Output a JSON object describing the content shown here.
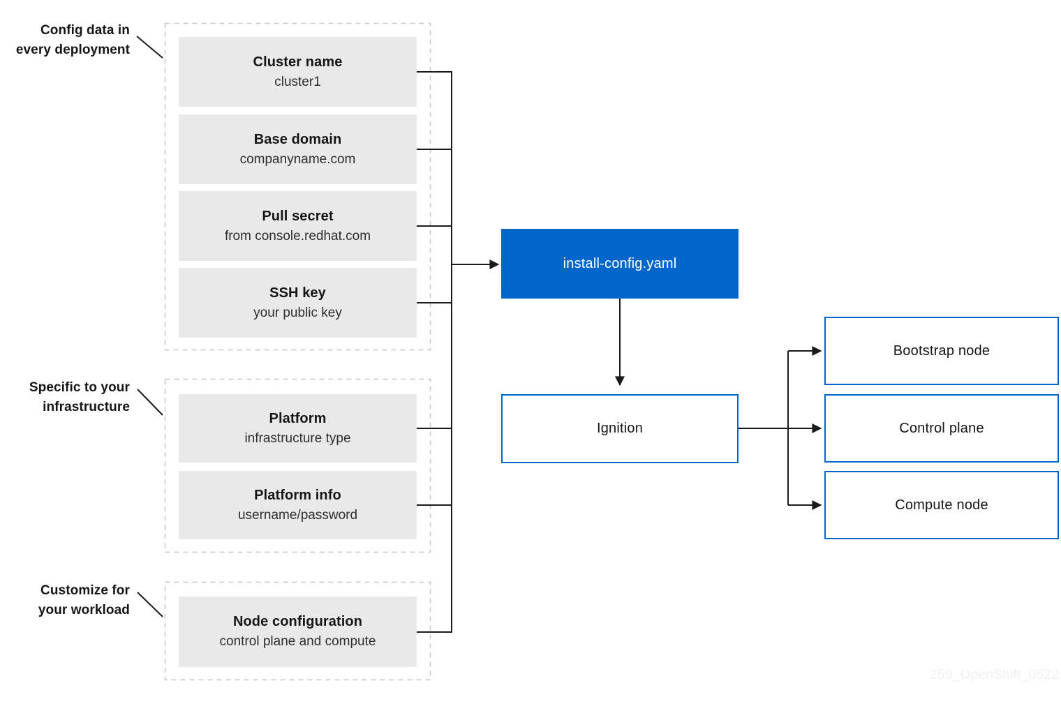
{
  "annotations": [
    {
      "line1": "Config data in",
      "line2": "every deployment"
    },
    {
      "line1": "Specific to your",
      "line2": "infrastructure"
    },
    {
      "line1": "Customize for",
      "line2": "your workload"
    }
  ],
  "config_groups": [
    {
      "name": "config-data-in-every-deployment",
      "boxes": [
        {
          "title": "Cluster name",
          "subtitle": "cluster1"
        },
        {
          "title": "Base domain",
          "subtitle": "companyname.com"
        },
        {
          "title": "Pull secret",
          "subtitle": "from console.redhat.com"
        },
        {
          "title": "SSH key",
          "subtitle": "your public key"
        }
      ]
    },
    {
      "name": "specific-to-your-infrastructure",
      "boxes": [
        {
          "title": "Platform",
          "subtitle": "infrastructure type"
        },
        {
          "title": "Platform info",
          "subtitle": "username/password"
        }
      ]
    },
    {
      "name": "customize-for-your-workload",
      "boxes": [
        {
          "title": "Node configuration",
          "subtitle": "control plane and compute"
        }
      ]
    }
  ],
  "install_config": {
    "label": "install-config.yaml"
  },
  "ignition": {
    "label": "Ignition"
  },
  "output_nodes": [
    {
      "label": "Bootstrap node"
    },
    {
      "label": "Control plane"
    },
    {
      "label": "Compute node"
    }
  ],
  "watermark": "259_OpenShift_0522",
  "colors": {
    "accent_blue": "#0066cc",
    "gray_box_fill": "#e9e9e9",
    "connector_line": "#1a1a1a",
    "dashed_border": "#c6c6c6",
    "title_text": "#151515",
    "subtitle_text": "#2d2d2d",
    "watermark_text": "#eef0f2"
  }
}
